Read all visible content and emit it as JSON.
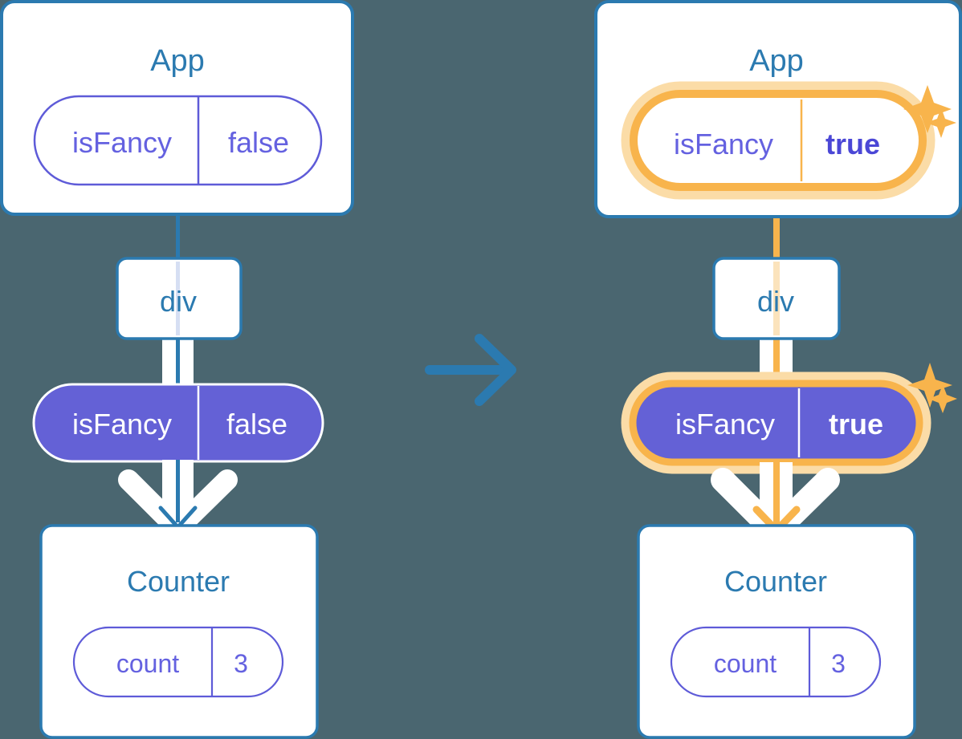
{
  "diagram": {
    "title_semantics": "react-state-propagation-before-after",
    "background_color": "#4A6670",
    "arrow_between_panels": "right-arrow-icon"
  },
  "colors": {
    "background": "#4A6670",
    "panel_fill": "#FFFFFF",
    "panel_border": "#2B7AB0",
    "heading_text": "#2B7AB0",
    "pill_outline_stroke": "#5E5BD8",
    "pill_text_purple": "#6461E0",
    "pill_filled_fill": "#6461D6",
    "pill_filled_text": "#FFFFFF",
    "highlight_orange": "#F8B44C",
    "highlight_orange_glow": "#FBDCA7",
    "wire_blue": "#2B7AB0",
    "wire_white": "#FFFFFF",
    "wire_faded_blue": "#D6DFF3",
    "wire_faded_orange": "#FBE3BC",
    "sparkle": "#F8B44C"
  },
  "panels": [
    {
      "id": "before",
      "highlighted": false,
      "app": {
        "title": "App",
        "pill": {
          "key": "isFancy",
          "value": "false",
          "style": "outline",
          "highlighted": false,
          "sparkles": false
        }
      },
      "div": {
        "label": "div"
      },
      "prop_pill": {
        "key": "isFancy",
        "value": "false",
        "style": "filled",
        "highlighted": false,
        "sparkles": false
      },
      "counter": {
        "title": "Counter",
        "pill": {
          "key": "count",
          "value": "3",
          "style": "outline",
          "highlighted": false,
          "sparkles": false
        }
      },
      "wire_color": "#2B7AB0"
    },
    {
      "id": "after",
      "highlighted": true,
      "app": {
        "title": "App",
        "pill": {
          "key": "isFancy",
          "value": "true",
          "style": "outline",
          "highlighted": true,
          "sparkles": true
        }
      },
      "div": {
        "label": "div"
      },
      "prop_pill": {
        "key": "isFancy",
        "value": "true",
        "style": "filled",
        "highlighted": true,
        "sparkles": true
      },
      "counter": {
        "title": "Counter",
        "pill": {
          "key": "count",
          "value": "3",
          "style": "outline",
          "highlighted": false,
          "sparkles": false
        }
      },
      "wire_color": "#F8B44C"
    }
  ]
}
